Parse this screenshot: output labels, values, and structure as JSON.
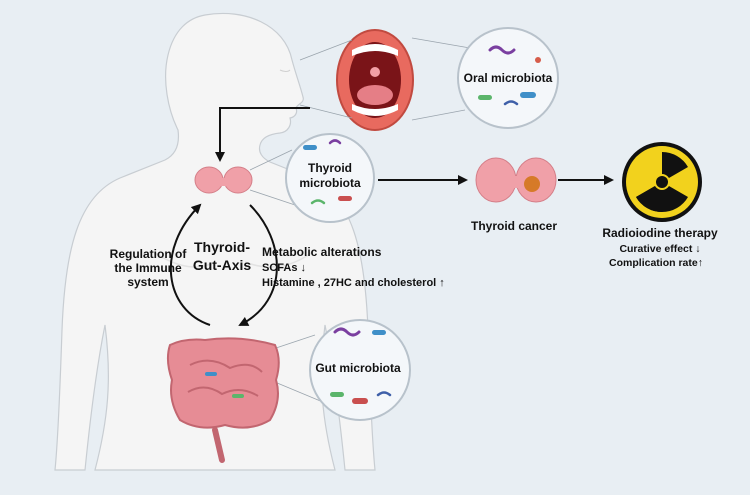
{
  "labels": {
    "oral": "Oral microbiota",
    "thyroid_micro_line1": "Thyroid",
    "thyroid_micro_line2": "microbiota",
    "gut": "Gut microbiota",
    "axis_line1": "Thyroid-",
    "axis_line2": "Gut-Axis",
    "immune_line1": "Regulation of",
    "immune_line2": "the Immune",
    "immune_line3": "system",
    "metabolic_title": "Metabolic alterations",
    "metabolic_scfa": "SCFAs ↓",
    "metabolic_hist": "Histamine , 27HC and cholesterol ↑",
    "thyroid_cancer": "Thyroid cancer",
    "radio_title": "Radioiodine therapy",
    "radio_line1": "Curative effect ↓",
    "radio_line2": "Complication rate↑"
  },
  "icons": [
    "human-body-silhouette",
    "open-mouth-icon",
    "thyroid-gland-icon",
    "intestine-icon",
    "radiation-symbol-icon",
    "bacteria-icon"
  ],
  "colors": {
    "background": "#e8eef3",
    "body": "#f5f5f5",
    "thyroid": "#f0a0a8",
    "intestine": "#e68c95",
    "radiation_yellow": "#f2d21d"
  }
}
